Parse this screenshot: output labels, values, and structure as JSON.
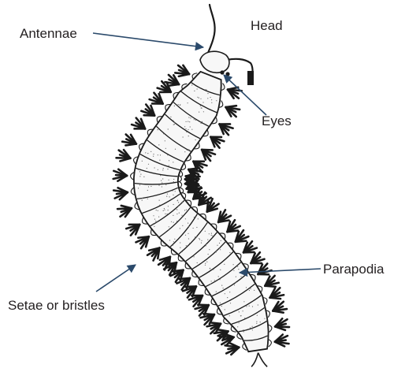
{
  "labels": {
    "antennae": "Antennae",
    "head": "Head",
    "eyes": "Eyes",
    "parapodia": "Parapodia",
    "setae": "Setae or bristles"
  },
  "colors": {
    "arrow": "#2b4a6b",
    "text": "#231f20",
    "ink": "#1a1a1a",
    "body_fill": "#f7f7f7"
  }
}
